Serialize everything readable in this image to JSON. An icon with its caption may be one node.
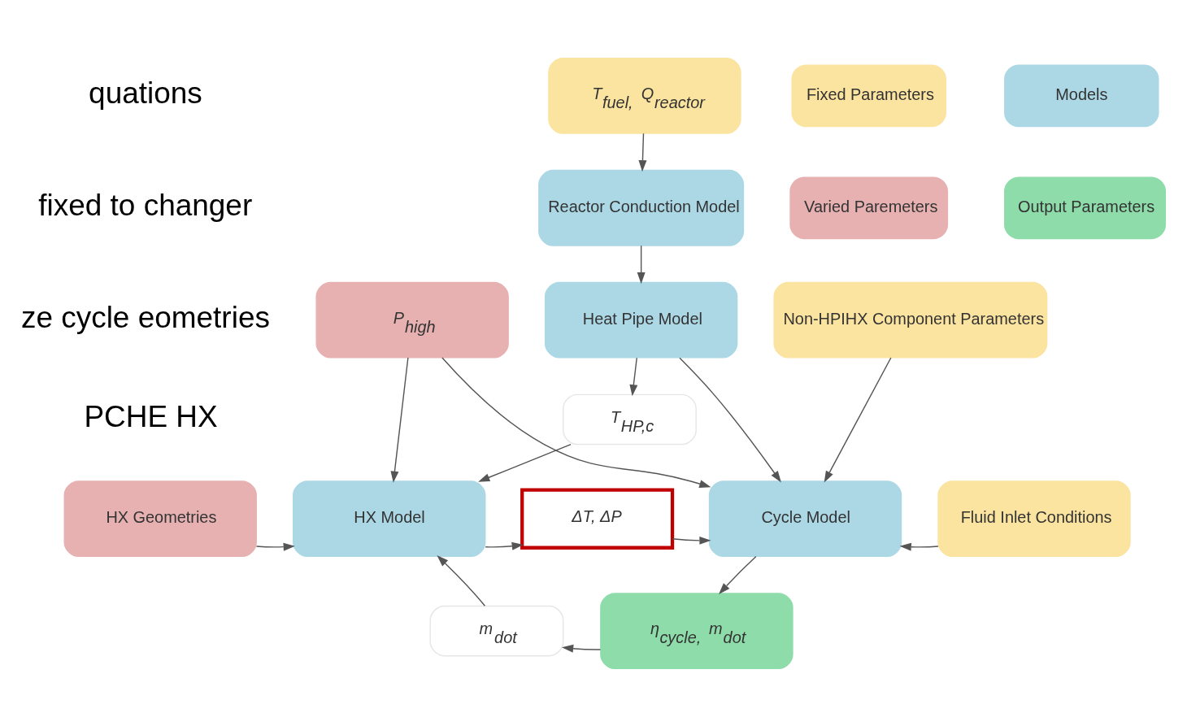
{
  "diagram": {
    "nodes": [
      {
        "text": [
          "T$_{fuel,}$ Q$_{reactor}$"
        ]
      },
      {
        "text": [
          "Reactor Conduction Model"
        ]
      },
      {
        "text": [
          "Heat Pipe Model"
        ]
      },
      {
        "text": [
          "P$_{high}$"
        ]
      },
      {
        "text": [
          "T$_{HP,c}$"
        ]
      },
      {
        "text": [
          "Non-HPIHX Component Parameters"
        ]
      },
      {
        "text": [
          "HX Geometries"
        ]
      },
      {
        "text": [
          "HX Model"
        ]
      },
      {
        "text": [
          "ΔT, ΔP"
        ]
      },
      {
        "text": [
          "Cycle Model"
        ]
      },
      {
        "text": [
          "Fluid Inlet Conditions"
        ]
      },
      {
        "text": [
          "m$_{dot}$"
        ]
      },
      {
        "text": [
          "η$_{cycle,}$ m$_{dot}$"
        ]
      }
    ],
    "edges": [
      {
        "from": 0,
        "to": 1,
        "arrow": "to"
      },
      {
        "from": 1,
        "to": 2,
        "arrow": "to"
      },
      {
        "from": 2,
        "to": 4,
        "arrow": "to"
      },
      {
        "from": 2,
        "to": 9,
        "arrow": "to"
      },
      {
        "from": 4,
        "to": 7,
        "arrow": "to"
      },
      {
        "from": 3,
        "to": 7,
        "arrow": "to"
      },
      {
        "from": 3,
        "to": 9,
        "arrow": "to"
      },
      {
        "from": 5,
        "to": 9,
        "arrow": "to"
      },
      {
        "from": 6,
        "to": 7,
        "arrow": "to"
      },
      {
        "from": 7,
        "to": 8,
        "arrow": "to"
      },
      {
        "from": 8,
        "to": 9,
        "arrow": "to"
      },
      {
        "from": 10,
        "to": 9,
        "arrow": "to"
      },
      {
        "from": 9,
        "to": 12,
        "arrow": "to"
      },
      {
        "from": 12,
        "to": 11,
        "arrow": "to"
      },
      {
        "from": 11,
        "to": 7,
        "arrow": "to"
      }
    ],
    "labels": [
      "quations",
      "fixed to changer",
      "ze cycle eometries",
      "PCHE HX"
    ],
    "legend": [
      {
        "text": "Fixed Parameters",
        "color": "#fbe3a0"
      },
      {
        "text": "Models",
        "color": "#acd8e6"
      },
      {
        "text": "Varied Paremeters",
        "color": "#e7b1b1"
      },
      {
        "text": "Output Parameters",
        "color": "#8ddcaa"
      }
    ]
  }
}
